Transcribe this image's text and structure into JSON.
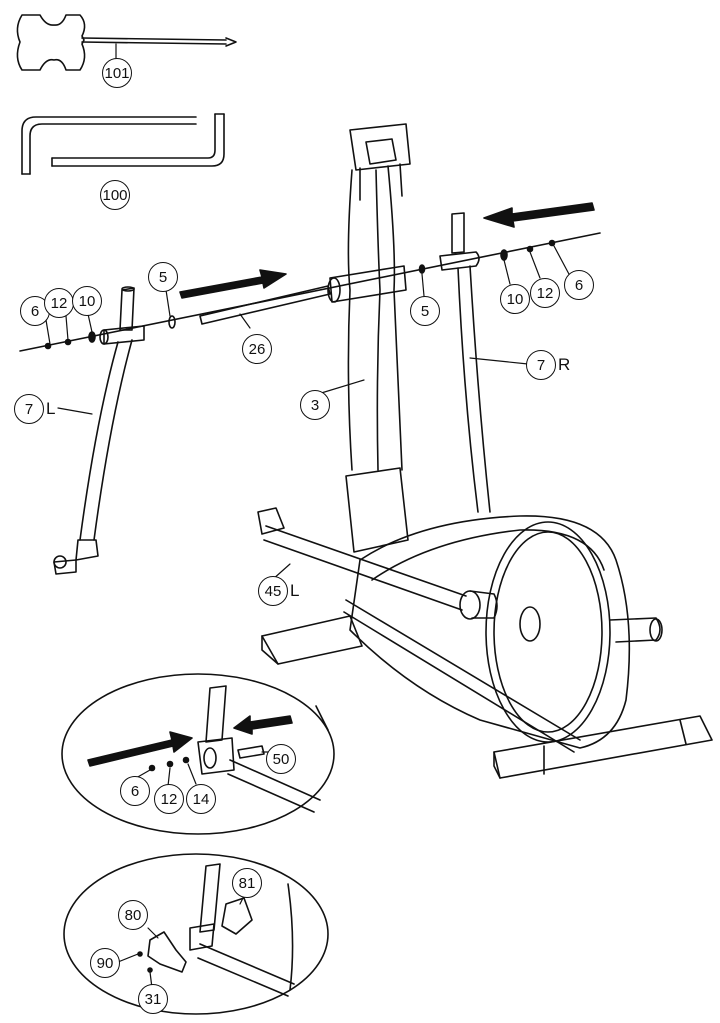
{
  "labels": {
    "tool_t_key": "101",
    "tool_allen": "100",
    "bolt_left": "6",
    "washer_left": "12",
    "spring_washer_left": "10",
    "spacer_left": "5",
    "axle": "26",
    "spacer_right": "5",
    "spring_washer_right": "10",
    "washer_right": "12",
    "bolt_right": "6",
    "arm_left_num": "7",
    "arm_left_side": "L",
    "arm_right_num": "7",
    "arm_right_side": "R",
    "main_post": "3",
    "pedal_arm_num": "45",
    "pedal_arm_side": "L",
    "detail1_bolt": "6",
    "detail1_washer": "12",
    "detail1_nut": "14",
    "detail1_pin": "50",
    "detail2_cap_left": "80",
    "detail2_cap_right": "81",
    "detail2_screw": "90",
    "detail2_nut": "31"
  }
}
